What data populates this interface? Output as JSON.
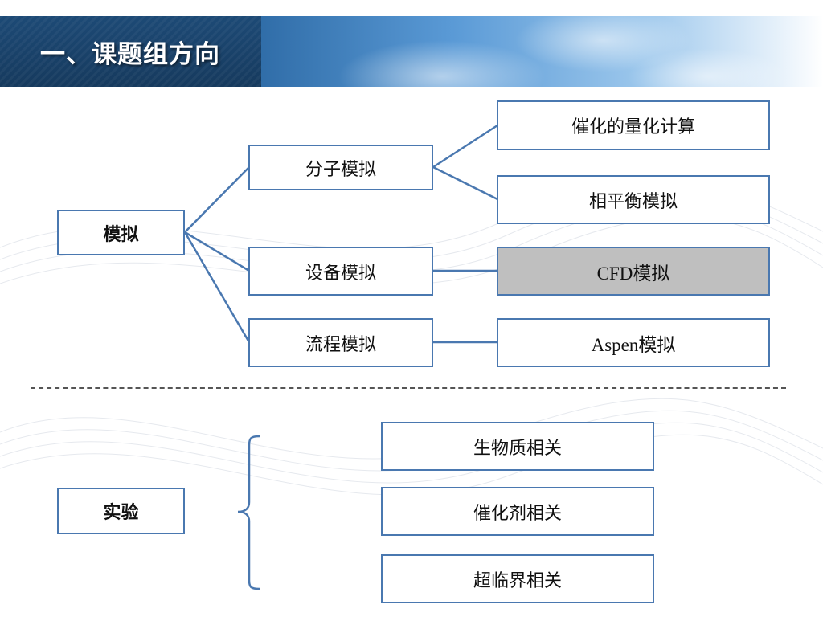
{
  "header": {
    "title": "一、课题组方向"
  },
  "simulation": {
    "root": "模拟",
    "branches": [
      "分子模拟",
      "设备模拟",
      "流程模拟"
    ],
    "molecular_children": [
      "催化的量化计算",
      "相平衡模拟"
    ],
    "equipment_child": "CFD模拟",
    "process_child": "Aspen模拟"
  },
  "experiment": {
    "root": "实验",
    "children": [
      "生物质相关",
      "催化剂相关",
      "超临界相关"
    ]
  },
  "colors": {
    "box_border": "#4a78b0",
    "connector": "#4a78b0",
    "highlight_fill": "#bfbfbf",
    "header_dark": "#1d4a76"
  }
}
